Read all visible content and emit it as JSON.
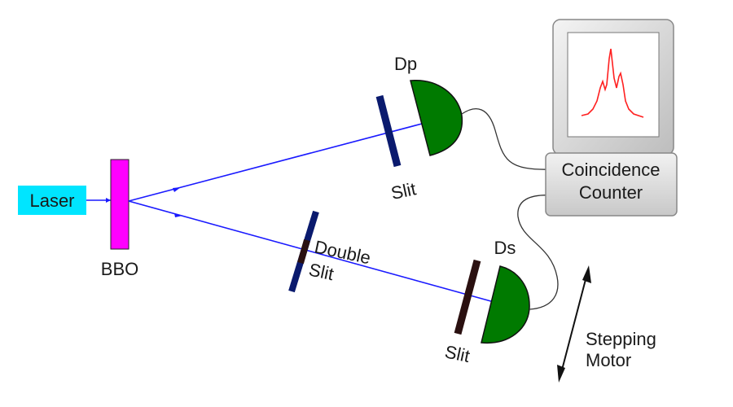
{
  "labels": {
    "laser": "Laser",
    "bbo": "BBO",
    "dp": "Dp",
    "ds": "Ds",
    "slit_upper": "Slit",
    "double": "Double",
    "double_slit": "Slit",
    "slit_lower": "Slit",
    "coincidence": "Coincidence",
    "counter": "Counter",
    "stepping": "Stepping",
    "motor": "Motor"
  },
  "colors": {
    "laser_box": "#00e5ff",
    "bbo_crystal": "#ff00ff",
    "beam": "#1a1aff",
    "detector": "#007a00",
    "slit_blue": "#0a1a6e",
    "slit_dark": "#2a1010",
    "trace": "#ff2020"
  }
}
